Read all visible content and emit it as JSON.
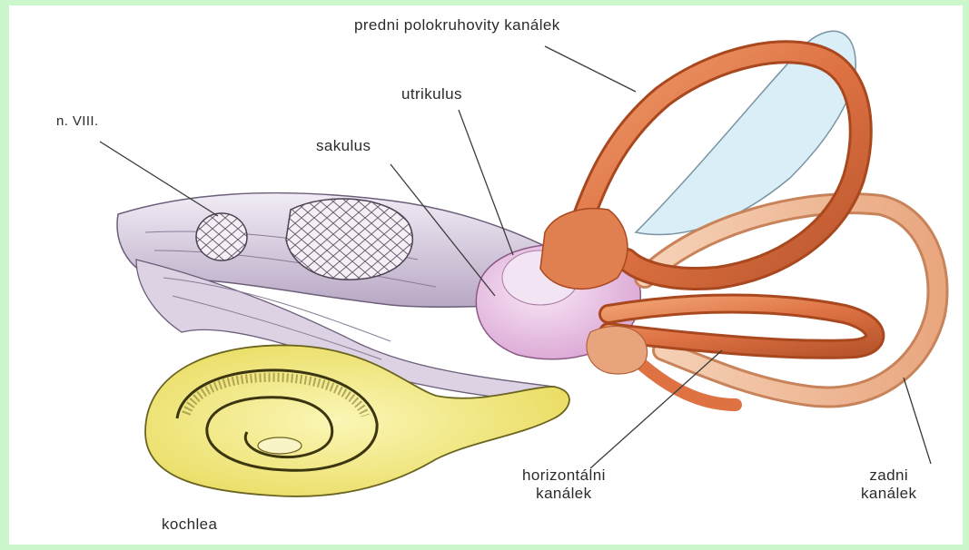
{
  "labels": {
    "anterior_canal": "predni polokruhovity kanálek",
    "utricle": "utrikulus",
    "nerve": "n. VIII.",
    "saccule": "sakulus",
    "horizontal_canal": [
      "horizontálni",
      "kanálek"
    ],
    "posterior_canal": [
      "zadni",
      "kanálek"
    ],
    "cochlea": "kochlea"
  },
  "colors": {
    "background": "#ccf7cc",
    "canal": "#df7b4c",
    "canal_dark": "#b8532b",
    "posterior_canal": "#f2c09f",
    "vestibule": "#e9c3e6",
    "nerve": "#e4dcea",
    "cochlea": "#f3ec8c",
    "membrane": "#d6ecf4"
  }
}
